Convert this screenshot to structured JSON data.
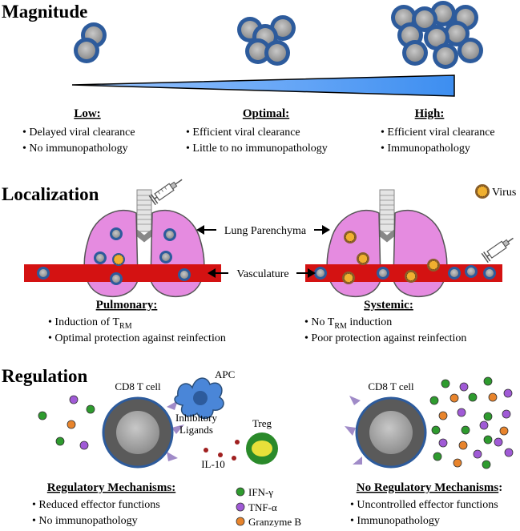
{
  "sections": {
    "magnitude": {
      "title": "Magnitude",
      "levels": [
        {
          "heading": "Low:",
          "bullets": [
            "Delayed viral clearance",
            "No immunopathology"
          ]
        },
        {
          "heading": "Optimal:",
          "bullets": [
            "Efficient viral clearance",
            "Little to no immunopathology"
          ]
        },
        {
          "heading": "High:",
          "bullets": [
            "Efficient viral clearance",
            "Immunopathology"
          ]
        }
      ]
    },
    "localization": {
      "title": "Localization",
      "virus_label": "Virus",
      "lung_label": "Lung Parenchyma",
      "vasculature_label": "Vasculature",
      "pulmonary": {
        "heading": "Pulmonary:",
        "bullet1_prefix": "Induction of T",
        "bullet1_sub": "RM",
        "bullet2": "Optimal protection against reinfection"
      },
      "systemic": {
        "heading": "Systemic:",
        "bullet1_prefix": "No T",
        "bullet1_sub": "RM",
        "bullet1_suffix": " induction",
        "bullet2": "Poor protection against reinfection"
      }
    },
    "regulation": {
      "title": "Regulation",
      "cd8_label_left": "CD8 T cell",
      "cd8_label_right": "CD8 T cell",
      "apc_label": "APC",
      "inhibitory_label_1": "Inhibitory",
      "inhibitory_label_2": "Ligands",
      "treg_label": "Treg",
      "il10_label": "IL-10",
      "legend": [
        "IFN-γ",
        "TNF-α",
        "Granzyme B"
      ],
      "left": {
        "heading": "Regulatory Mechanisms:",
        "bullets": [
          "Reduced effector functions",
          "No immunopathology"
        ]
      },
      "right": {
        "heading": "No Regulatory Mechanisms",
        "heading_colon": ":",
        "bullets": [
          "Uncontrolled effector functions",
          "Immunopathology"
        ]
      }
    }
  },
  "colors": {
    "ifn": "#2e9b2e",
    "tnf": "#a05ad6",
    "granzyme": "#e8842c",
    "lung": "#e58be0",
    "vessel": "#d41212",
    "wedge": "#3d8ef0",
    "apc": "#4a86d8",
    "treg_outer": "#2a8a2a",
    "treg_inner": "#e8e03a"
  }
}
